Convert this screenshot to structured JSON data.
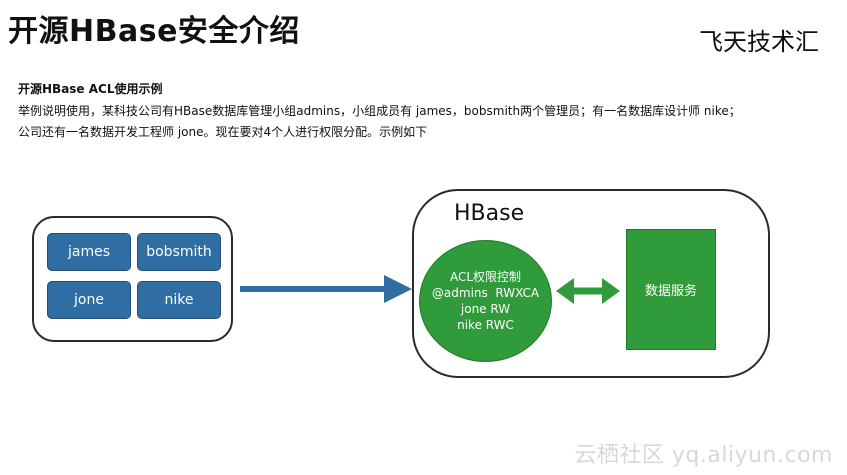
{
  "header": {
    "title": "开源HBase安全介绍",
    "brand": "飞天技术汇"
  },
  "intro": {
    "heading": "开源HBase ACL使用示例",
    "lines": [
      "举例说明使用，某科技公司有HBase数据库管理小组admins，小组成员有 james，bobsmith两个管理员；有一名数据库设计师 nike；",
      "公司还有一名数据开发工程师 jone。现在要对4个人进行权限分配。示例如下"
    ]
  },
  "diagram": {
    "users": [
      "james",
      "bobsmith",
      "jone",
      "nike"
    ],
    "hbase_label": "HBase",
    "acl": {
      "title": "ACL权限控制",
      "rules": [
        "@admins  RWXCA",
        "jone RW",
        "nike RWC"
      ]
    },
    "service_label": "数据服务",
    "colors": {
      "user_box": "#2f6da3",
      "flow_arrow": "#2f6da3",
      "green": "#2f9b3a"
    }
  },
  "watermark": {
    "text": "云栖社区 yq.aliyun.com"
  }
}
